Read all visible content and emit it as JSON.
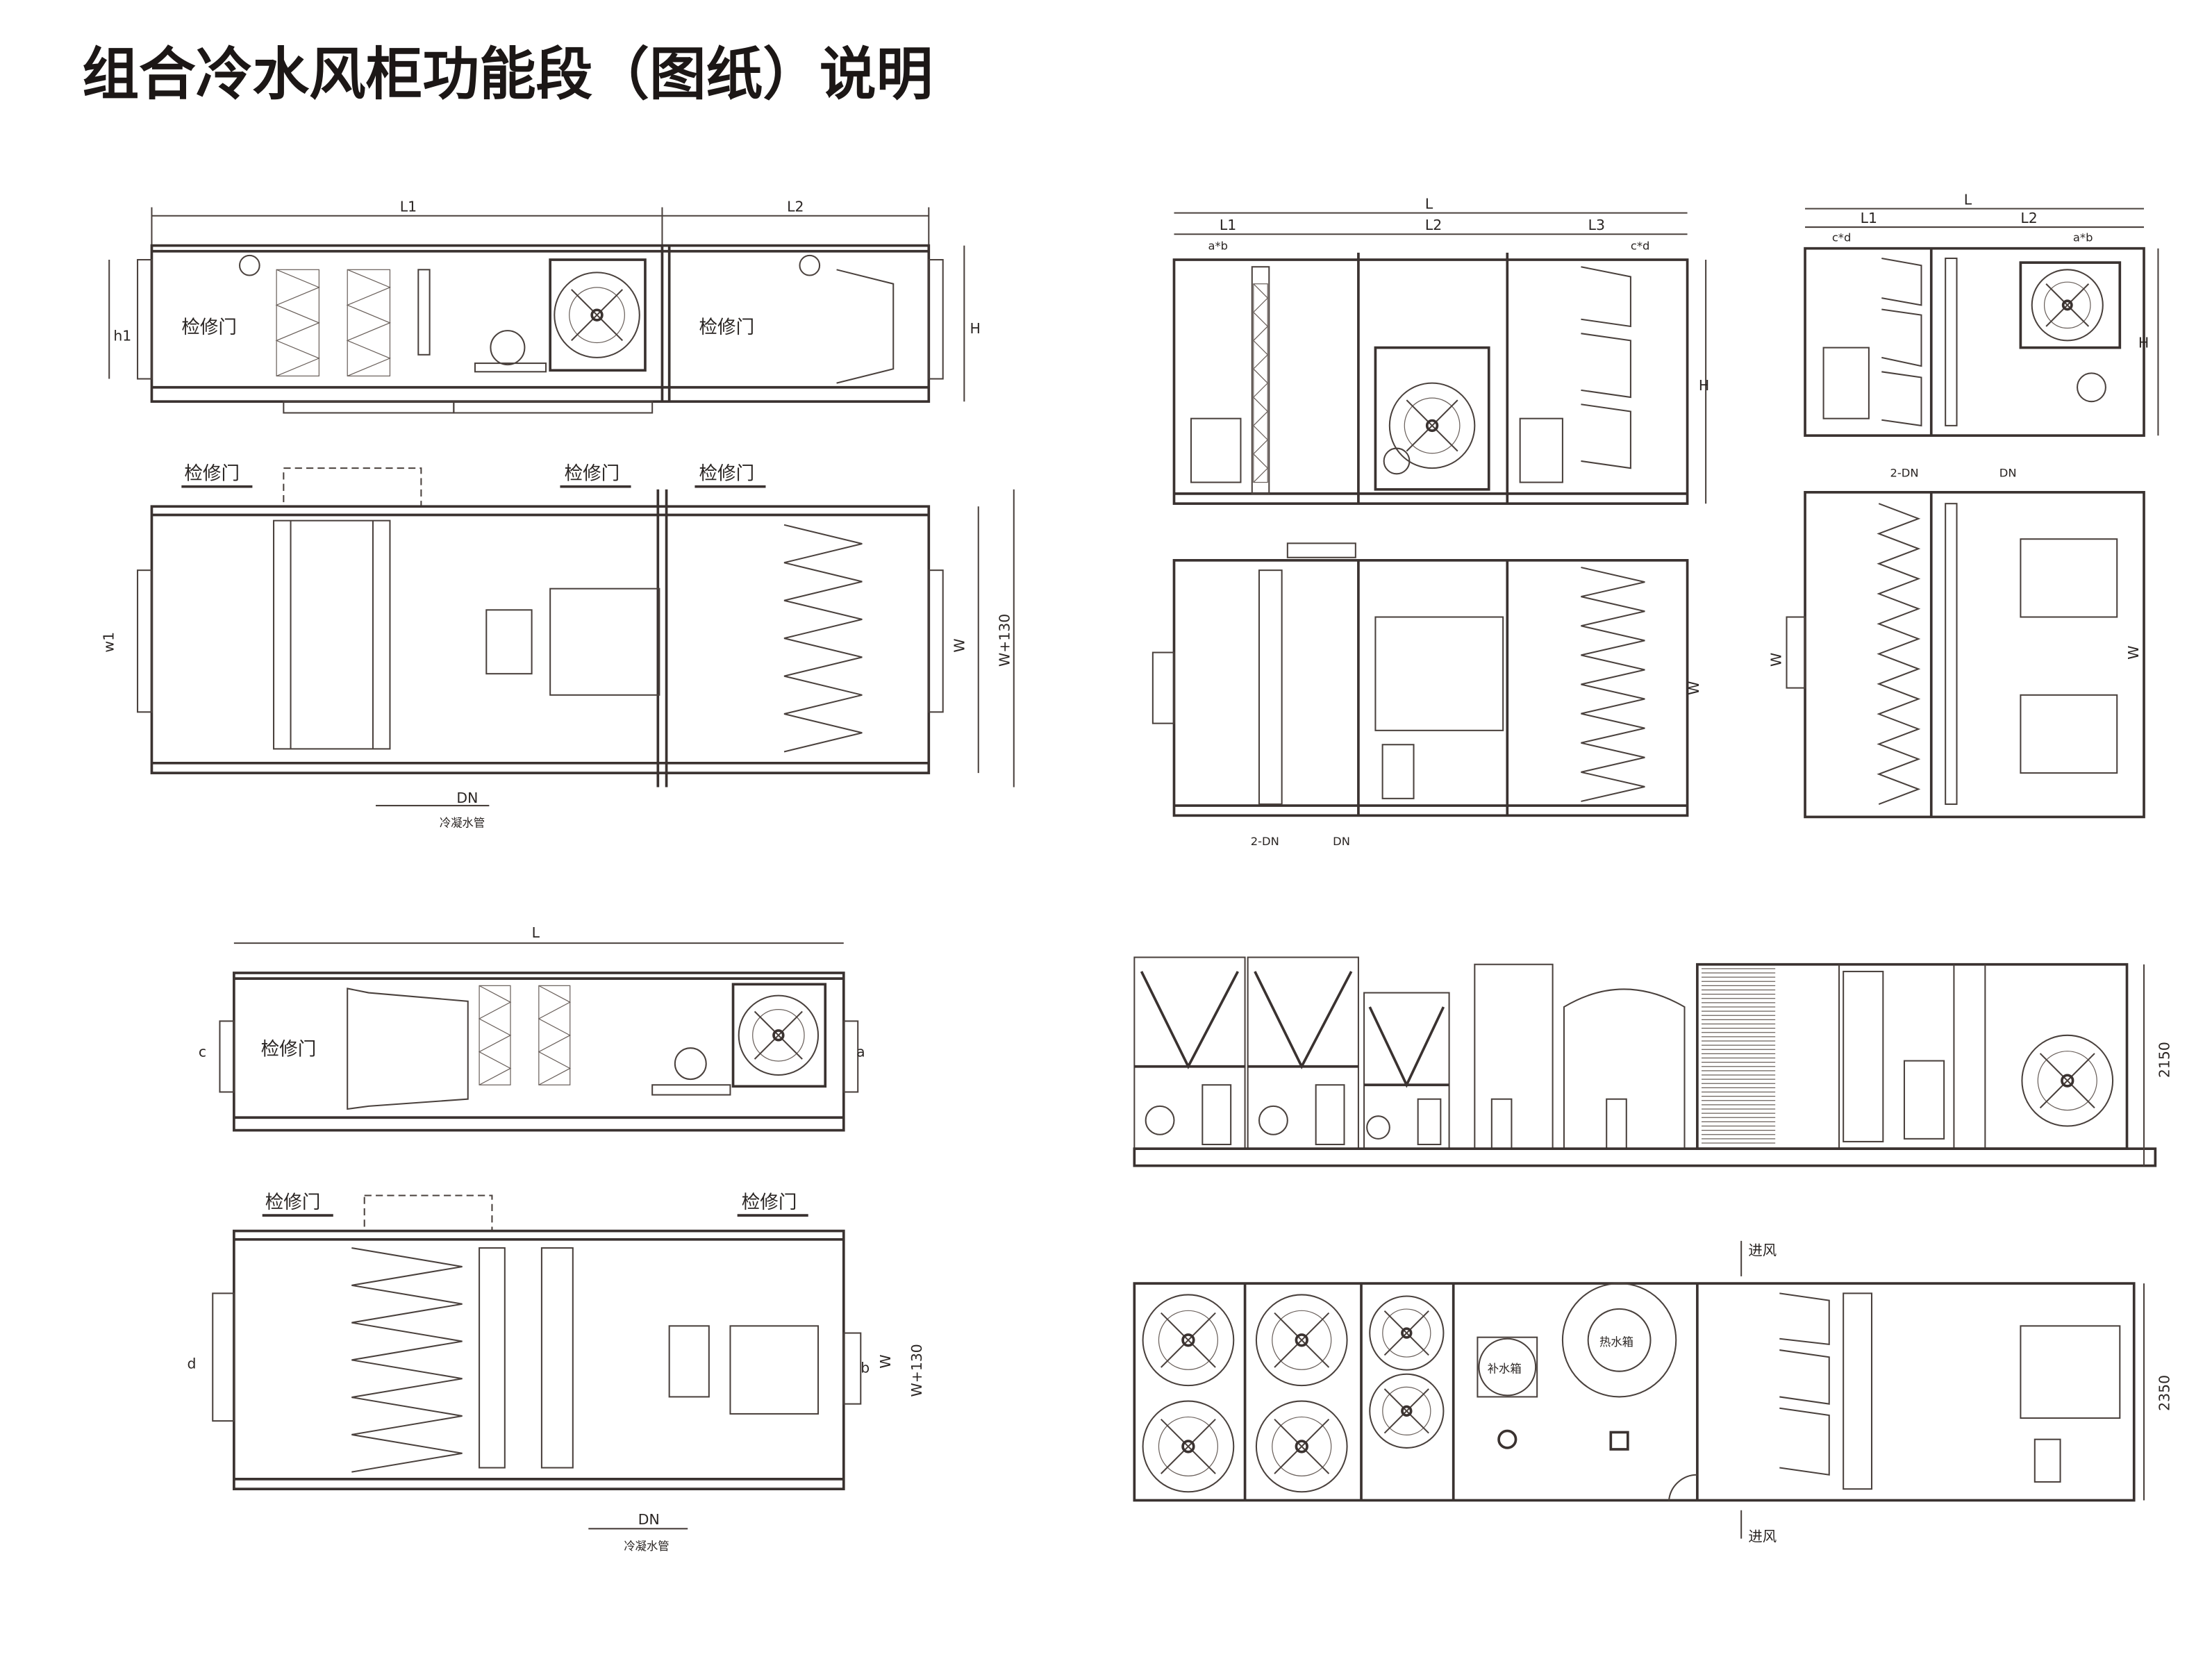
{
  "title": "组合冷水风柜功能段（图纸）说明",
  "labels": {
    "access_door": "检修门",
    "dn": "DN",
    "two_dn": "2-DN",
    "condensate_pipe": "冷凝水管",
    "makeup_tank": "补水箱",
    "hot_water_tank": "热水箱",
    "air_inlet": "进风"
  },
  "dimensions": {
    "L": "L",
    "L1": "L1",
    "L2": "L2",
    "L3": "L3",
    "H": "H",
    "h1": "h1",
    "W": "W",
    "w1": "w1",
    "W130": "W+130",
    "a": "a",
    "b": "b",
    "c": "c",
    "d": "d",
    "ab": "a*b",
    "cd": "c*d",
    "height_2150": "2150",
    "width_2350": "2350"
  }
}
